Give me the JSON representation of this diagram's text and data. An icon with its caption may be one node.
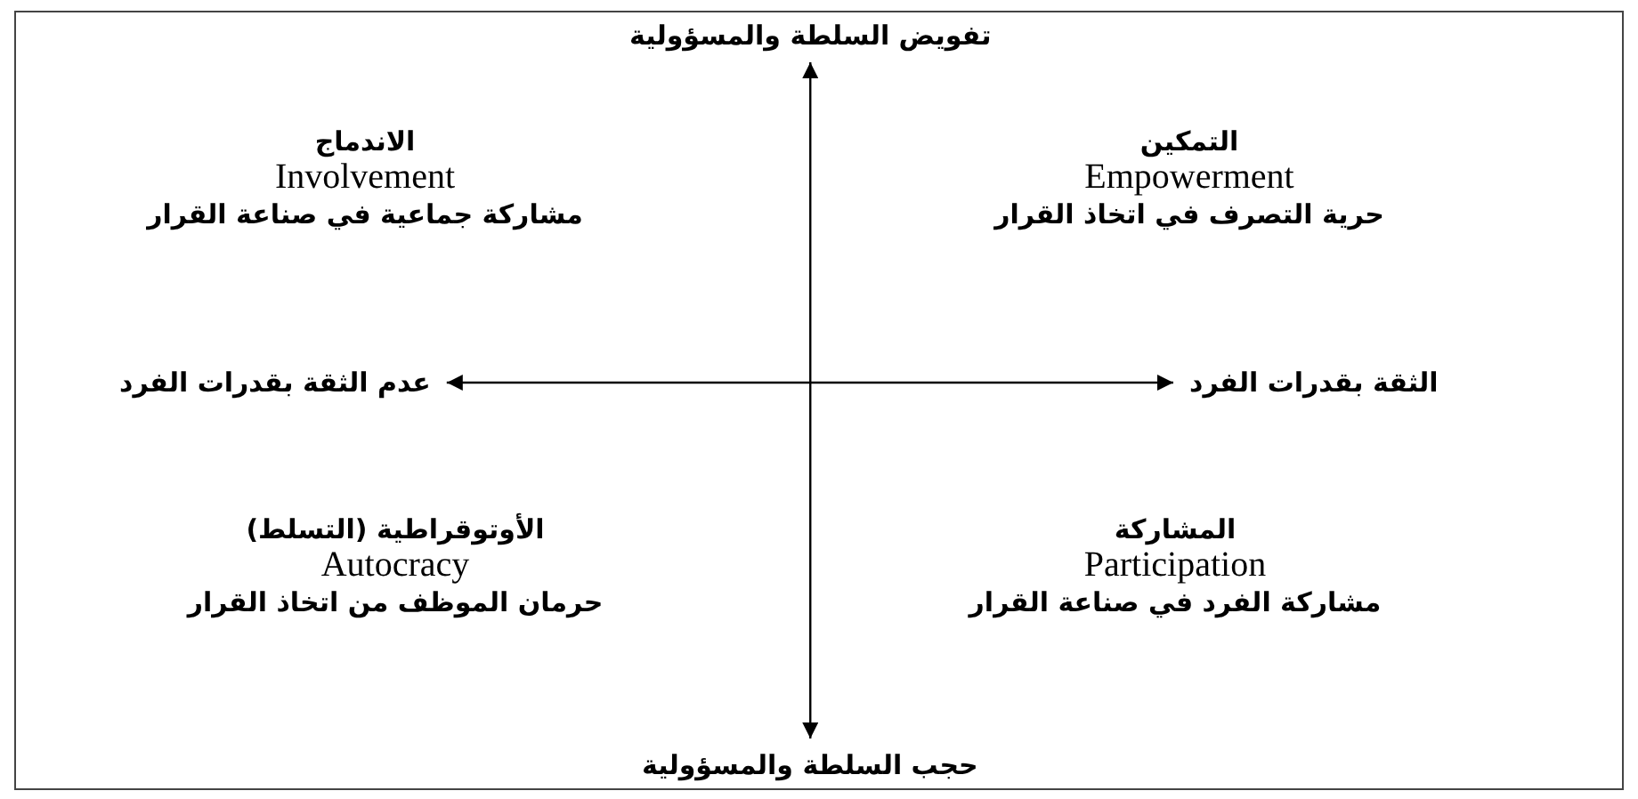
{
  "diagram": {
    "nodes": [
      {
        "text": [
          "تفويض السلطة والمسؤولية"
        ]
      },
      {
        "text": [
          "حجب السلطة والمسؤولية"
        ]
      },
      {
        "text": [
          "عدم الثقة بقدرات الفرد"
        ]
      },
      {
        "text": [
          "الثقة بقدرات الفرد"
        ]
      }
    ],
    "edges": [
      {
        "from": 0,
        "to": 1,
        "arrow": "both"
      },
      {
        "from": 2,
        "to": 3,
        "arrow": "both"
      }
    ],
    "labels": [
      "التمكين",
      "Empowerment",
      "حرية التصرف في اتخاذ القرار",
      "الاندماج",
      "Involvement",
      "مشاركة جماعية في صناعة القرار",
      "المشاركة",
      "Participation",
      "مشاركة الفرد في صناعة القرار",
      "الأوتوقراطية (التسلط)",
      "Autocracy",
      "حرمان الموظف من اتخاذ القرار"
    ]
  }
}
